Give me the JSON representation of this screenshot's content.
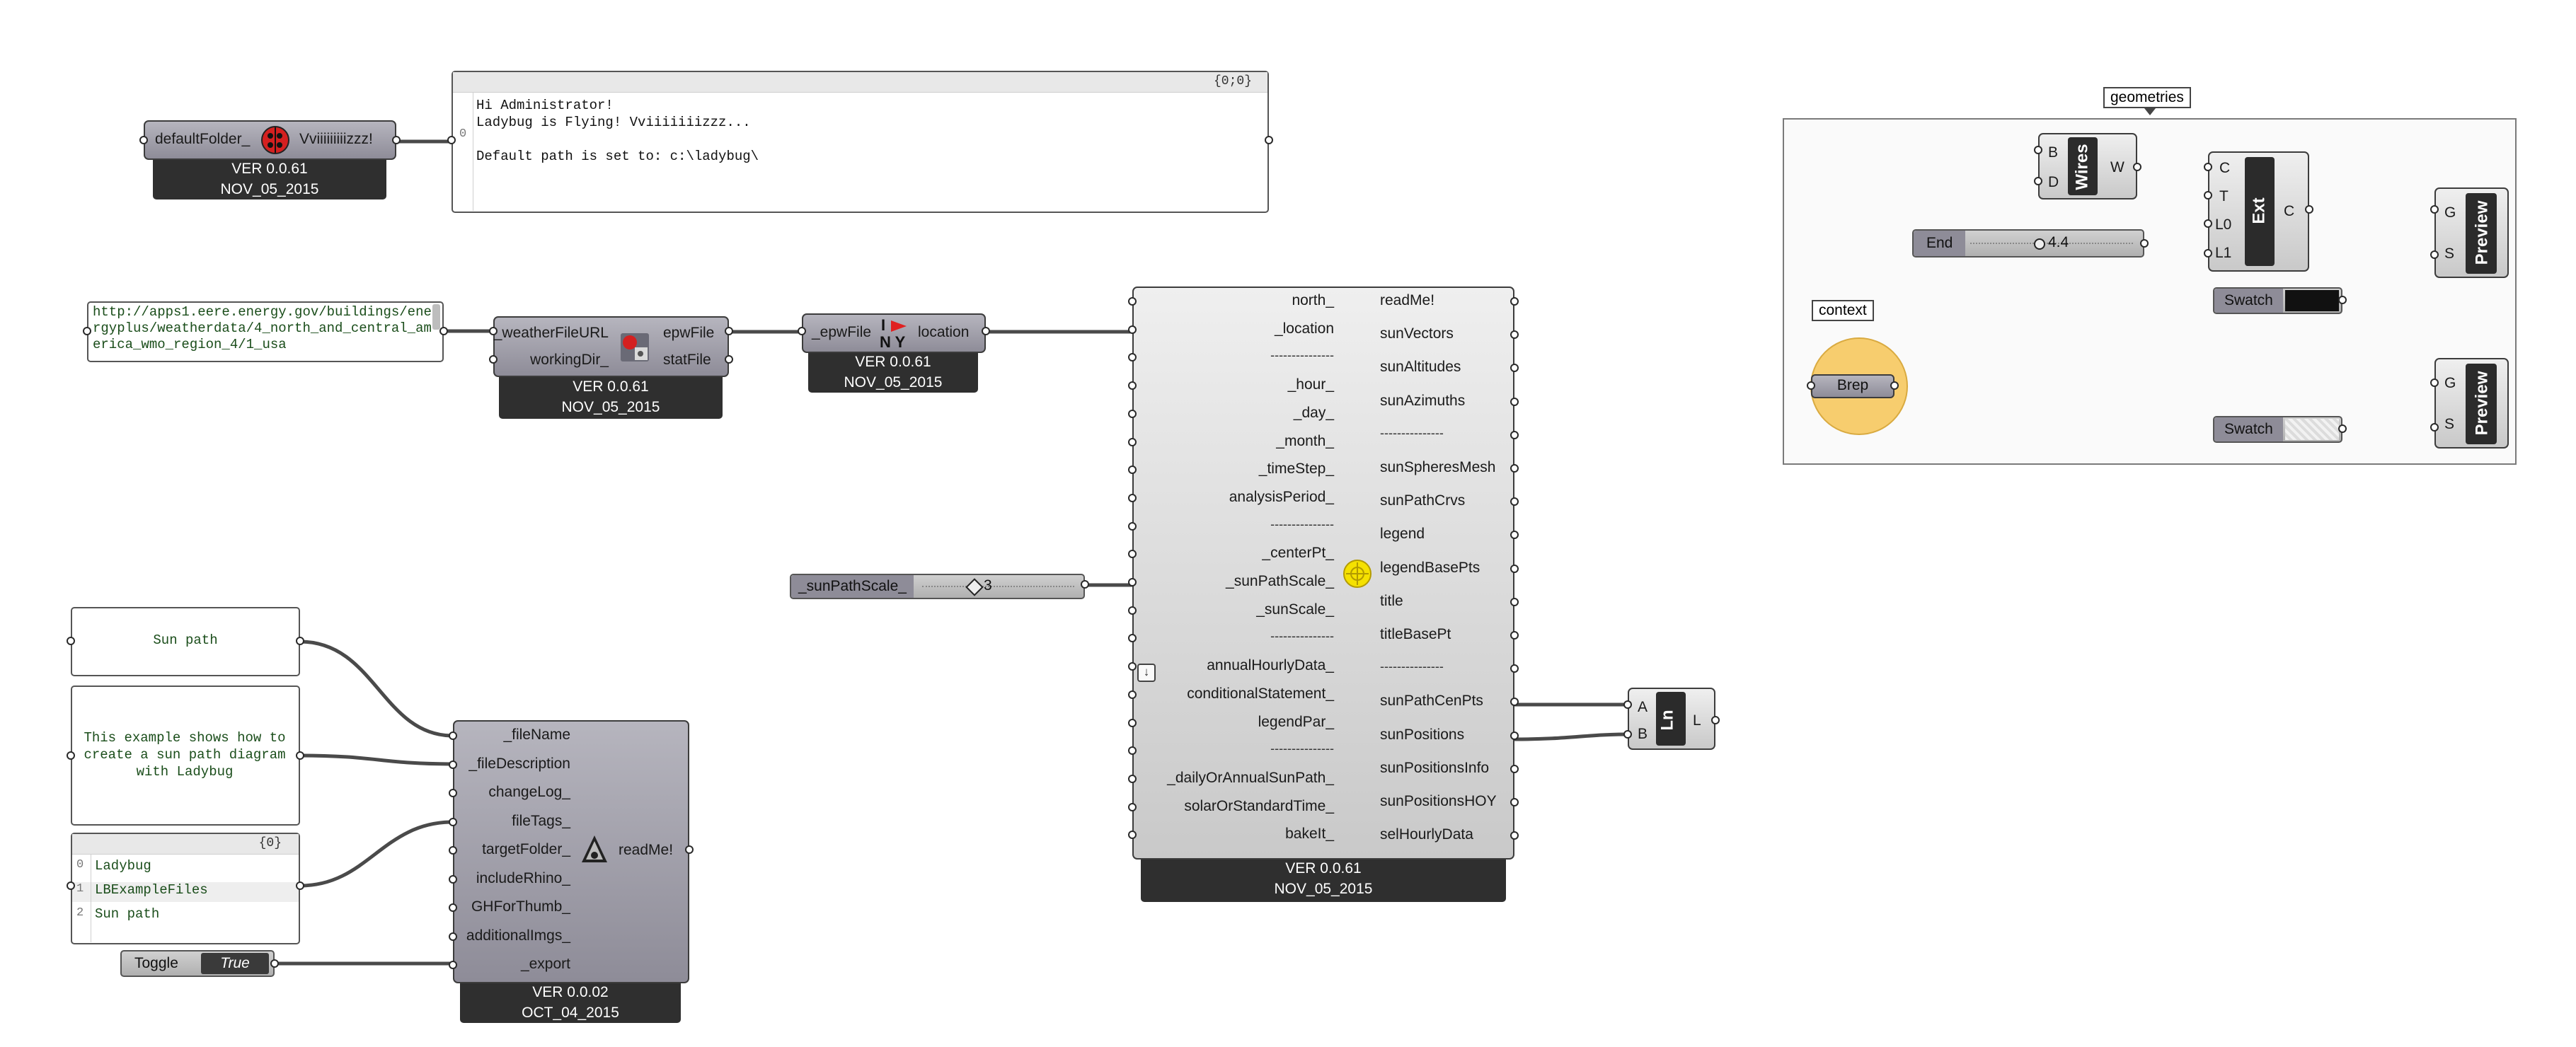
{
  "comp_default": {
    "input": "defaultFolder_",
    "output": "Vviiiiiiiiizzz!",
    "version": "VER 0.0.61",
    "date": "NOV_05_2015",
    "icon": "ladybug-icon"
  },
  "panel_main": {
    "counter": "{0;0}",
    "index": "0",
    "lines": [
      "Hi Administrator!",
      "Ladybug is Flying! Vviiiiiiizzz...",
      "",
      "Default path is set to: c:\\ladybug\\"
    ]
  },
  "panel_url": {
    "text": "http://apps1.eere.energy.gov/buildings/energyplus/weatherdata/4_north_and_central_america_wmo_region_4/1_usa"
  },
  "comp_download": {
    "inputs": [
      "_weatherFileURL",
      "workingDir_"
    ],
    "outputs": [
      "epwFile",
      "statFile"
    ],
    "version": "VER 0.0.61",
    "date": "NOV_05_2015",
    "icon": "download-weather-icon"
  },
  "comp_import": {
    "input": "_epwFile",
    "output": "location",
    "icon_text": "I",
    "icon_text2": "N Y",
    "version": "VER 0.0.61",
    "date": "NOV_05_2015"
  },
  "comp_sunpath": {
    "inputs": [
      "north_",
      "_location",
      "---------------",
      "_hour_",
      "_day_",
      "_month_",
      "_timeStep_",
      "analysisPeriod_",
      "---------------",
      "_centerPt_",
      "_sunPathScale_",
      "_sunScale_",
      "---------------",
      "annualHourlyData_",
      "conditionalStatement_",
      "legendPar_",
      "---------------",
      "_dailyOrAnnualSunPath_",
      "solarOrStandardTime_",
      "bakeIt_"
    ],
    "outputs": [
      "readMe!",
      "sunVectors",
      "sunAltitudes",
      "sunAzimuths",
      "---------------",
      "sunSpheresMesh",
      "sunPathCrvs",
      "legend",
      "legendBasePts",
      "title",
      "titleBasePt",
      "---------------",
      "sunPathCenPts",
      "sunPositions",
      "sunPositionsInfo",
      "sunPositionsHOY",
      "selHourlyData"
    ],
    "version": "VER 0.0.61",
    "date": "NOV_05_2015"
  },
  "slider_scale": {
    "label": "_sunPathScale_",
    "value": "3"
  },
  "comp_ln": {
    "inputs": [
      "A",
      "B"
    ],
    "output": "L",
    "label": "Ln"
  },
  "panel_name": {
    "text": "Sun path"
  },
  "panel_desc": {
    "text": "This example shows how to create a sun path diagram with Ladybug"
  },
  "panel_tags": {
    "counter": "{0}",
    "items": [
      {
        "i": "0",
        "v": "Ladybug"
      },
      {
        "i": "1",
        "v": "LBExampleFiles"
      },
      {
        "i": "2",
        "v": "Sun path"
      }
    ]
  },
  "toggle": {
    "label": "Toggle",
    "value": "True"
  },
  "comp_export": {
    "inputs": [
      "_fileName",
      "_fileDescription",
      "changeLog_",
      "fileTags_",
      "targetFolder_",
      "includeRhino_",
      "GHForThumb_",
      "additionalImgs_",
      "_export"
    ],
    "output": "readMe!",
    "version": "VER 0.0.02",
    "date": "OCT_04_2015"
  },
  "group": {
    "tag_geometries": "geometries",
    "tag_context": "context",
    "brep": "Brep",
    "wires": {
      "inputs": [
        "B",
        "D"
      ],
      "output": "W",
      "label": "Wires"
    },
    "ext": {
      "inputs": [
        "C",
        "T",
        "L0",
        "L1"
      ],
      "output": "C",
      "label": "Ext"
    },
    "end_slider": {
      "label": "End",
      "value": "4.4"
    },
    "swatch1": {
      "label": "Swatch",
      "color": "#111111"
    },
    "swatch2": {
      "label": "Swatch",
      "color": "#e6e6e6"
    },
    "preview1": {
      "inputs": [
        "G",
        "S"
      ],
      "label": "Preview"
    },
    "preview2": {
      "inputs": [
        "G",
        "S"
      ],
      "label": "Preview"
    },
    "context_color": "#f7cd6e"
  }
}
